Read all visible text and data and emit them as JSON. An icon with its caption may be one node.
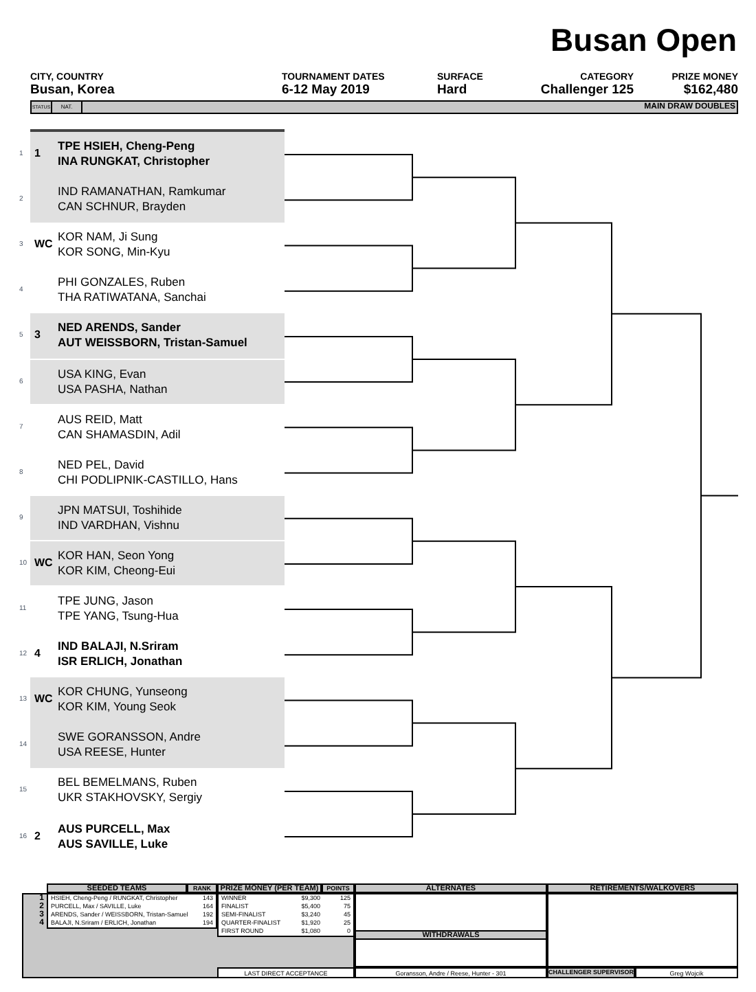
{
  "diagram": {
    "title": "Busan Open",
    "nodes": [
      {
        "text": [
          "1",
          "TPE HSIEH, Cheng-Peng",
          "INA RUNGKAT, Christopher"
        ],
        "beside": [
          "1"
        ]
      },
      {
        "text": [
          "IND RAMANATHAN, Ramkumar",
          "CAN SCHNUR, Brayden"
        ],
        "beside": [
          "2"
        ]
      },
      {
        "text": [
          "WC",
          "KOR NAM, Ji Sung",
          "KOR SONG, Min-Kyu"
        ],
        "beside": [
          "3"
        ]
      },
      {
        "text": [
          "PHI GONZALES, Ruben",
          "THA RATIWATANA, Sanchai"
        ],
        "beside": [
          "4"
        ]
      },
      {
        "text": [
          "3",
          "NED ARENDS, Sander",
          "AUT WEISSBORN, Tristan-Samuel"
        ],
        "beside": [
          "5"
        ]
      },
      {
        "text": [
          "USA KING, Evan",
          "USA PASHA, Nathan"
        ],
        "beside": [
          "6"
        ]
      },
      {
        "text": [
          "AUS REID, Matt",
          "CAN SHAMASDIN, Adil"
        ],
        "beside": [
          "7"
        ]
      },
      {
        "text": [
          "NED PEL, David",
          "CHI PODLIPNIK-CASTILLO, Hans"
        ],
        "beside": [
          "8"
        ]
      },
      {
        "text": [
          "JPN MATSUI, Toshihide",
          "IND VARDHAN, Vishnu"
        ],
        "beside": [
          "9"
        ]
      },
      {
        "text": [
          "WC",
          "KOR HAN, Seon Yong",
          "KOR KIM, Cheong-Eui"
        ],
        "beside": [
          "10"
        ]
      },
      {
        "text": [
          "TPE JUNG, Jason",
          "TPE YANG, Tsung-Hua"
        ],
        "beside": [
          "11"
        ]
      },
      {
        "text": [
          "4",
          "IND BALAJI, N.Sriram",
          "ISR ERLICH, Jonathan"
        ],
        "beside": [
          "12"
        ]
      },
      {
        "text": [
          "WC",
          "KOR CHUNG, Yunseong",
          "KOR KIM, Young Seok"
        ],
        "beside": [
          "13"
        ]
      },
      {
        "text": [
          "SWE GORANSSON, Andre",
          "USA REESE, Hunter"
        ],
        "beside": [
          "14"
        ]
      },
      {
        "text": [
          "BEL BEMELMANS, Ruben",
          "UKR STAKHOVSKY, Sergiy"
        ],
        "beside": [
          "15"
        ]
      },
      {
        "text": [
          "2",
          "AUS PURCELL, Max",
          "AUS SAVILLE, Luke"
        ],
        "beside": [
          "16"
        ]
      }
    ],
    "labels": [
      "CITY, COUNTRY",
      "Busan, Korea",
      "TOURNAMENT DATES",
      "6-12 May 2019",
      "SURFACE",
      "Hard",
      "CATEGORY",
      "Challenger 125",
      "PRIZE MONEY",
      "$162,480",
      "STATUS",
      "NAT.",
      "MAIN DRAW DOUBLES",
      "SEEDED TEAMS",
      "RANK",
      "PRIZE MONEY (PER TEAM)",
      "POINTS",
      "ALTERNATES",
      "RETIREMENTS/WALKOVERS",
      "1",
      "HSIEH, Cheng-Peng / RUNGKAT, Christopher",
      "143",
      "WINNER",
      "$9,300",
      "125",
      "2",
      "PURCELL, Max / SAVILLE, Luke",
      "164",
      "FINALIST",
      "$5,400",
      "75",
      "3",
      "ARENDS, Sander / WEISSBORN, Tristan-Samuel",
      "192",
      "SEMI-FINALIST",
      "$3,240",
      "45",
      "4",
      "BALAJI, N.Sriram / ERLICH, Jonathan",
      "194",
      "QUARTER-FINALIST",
      "$1,920",
      "25",
      "FIRST ROUND",
      "$1,080",
      "0",
      "WITHDRAWALS",
      "LAST DIRECT ACCEPTANCE",
      "Goransson, Andre / Reese, Hunter - 301",
      "CHALLENGER SUPERVISOR",
      "Greg Wojcik"
    ]
  }
}
